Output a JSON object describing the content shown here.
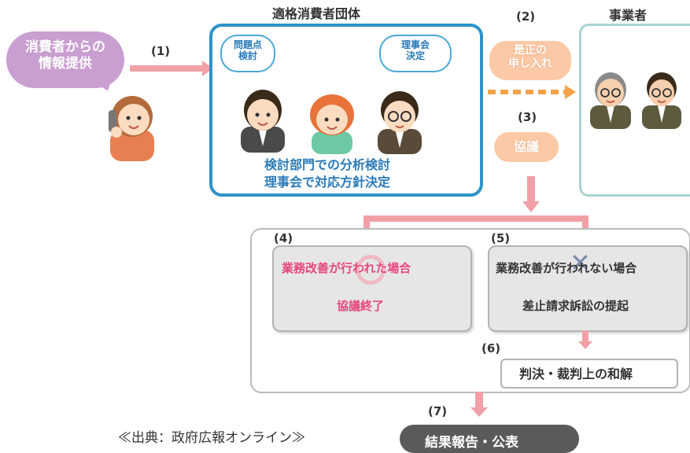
{
  "titles": {
    "org": "適格消費者団体",
    "business": "事業者"
  },
  "consumer_bubble": "消費者からの\n情報提供",
  "steps": {
    "s1": "(1)",
    "s2": "(2)",
    "s3": "(3)",
    "s4": "(4)",
    "s5": "(5)",
    "s6": "(6)",
    "s7": "(7)"
  },
  "bubbles": {
    "problem": "問題点\n検討",
    "board": "理事会\n決定",
    "correction": "是正の\n申し入れ",
    "consult": "協議"
  },
  "org_text": {
    "line1": "検討部門での分析検討",
    "line2": "理事会で対応方針決定"
  },
  "outcome4": {
    "title": "業務改善が行われた場合",
    "result": "協議終了"
  },
  "outcome5": {
    "title": "業務改善が行われない場合",
    "result": "差止請求訴訟の提起"
  },
  "judgment": "判決・裁判上の和解",
  "final": "結果報告・公表",
  "source": "≪出典：政府広報オンライン≫",
  "colors": {
    "teal": "#2b93c9",
    "pink_arrow": "#f2a0a8",
    "pink_text": "#e8467c",
    "dark_text": "#333333",
    "orange_arrow": "#f4a24a"
  }
}
